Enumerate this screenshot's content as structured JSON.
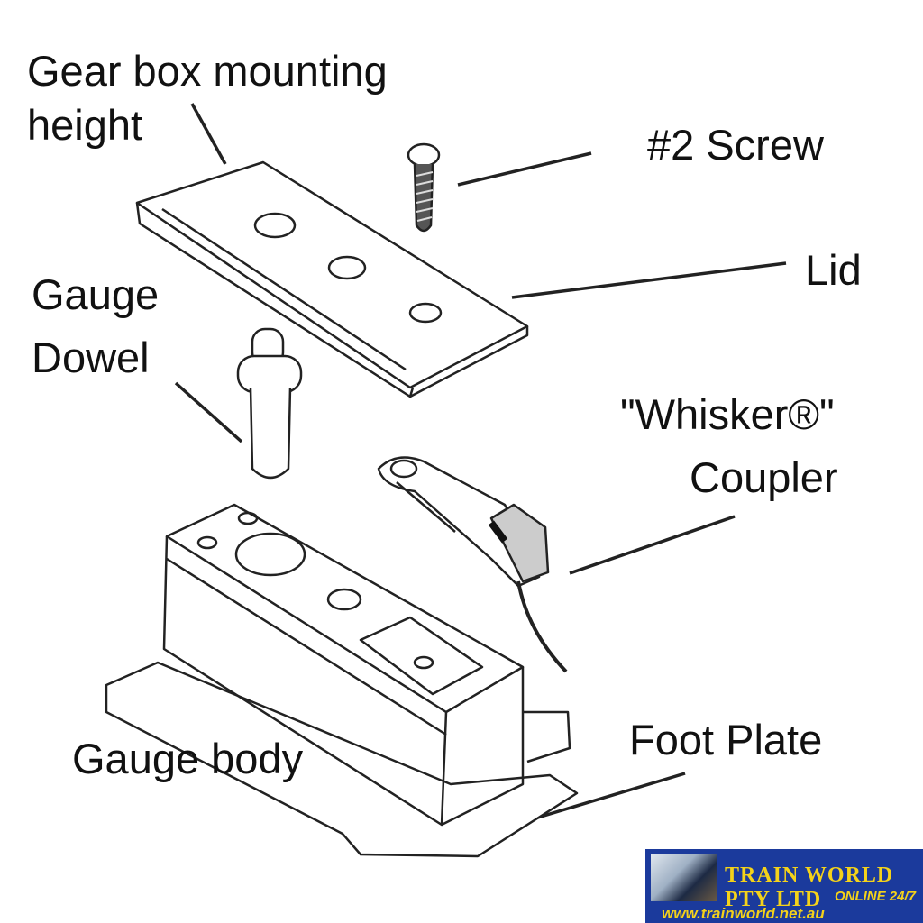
{
  "labels": {
    "gearbox_line1": "Gear box mounting",
    "gearbox_line2": "height",
    "screw": "#2 Screw",
    "lid": "Lid",
    "dowel_line1": "Gauge",
    "dowel_line2": "Dowel",
    "coupler_line1": "\"Whisker®\"",
    "coupler_line2": "Coupler",
    "gauge_body": "Gauge body",
    "foot_plate": "Foot Plate"
  },
  "logo": {
    "name": "TRAIN WORLD PTY LTD",
    "tagline": "ONLINE 24/7",
    "url": "www.trainworld.net.au"
  }
}
